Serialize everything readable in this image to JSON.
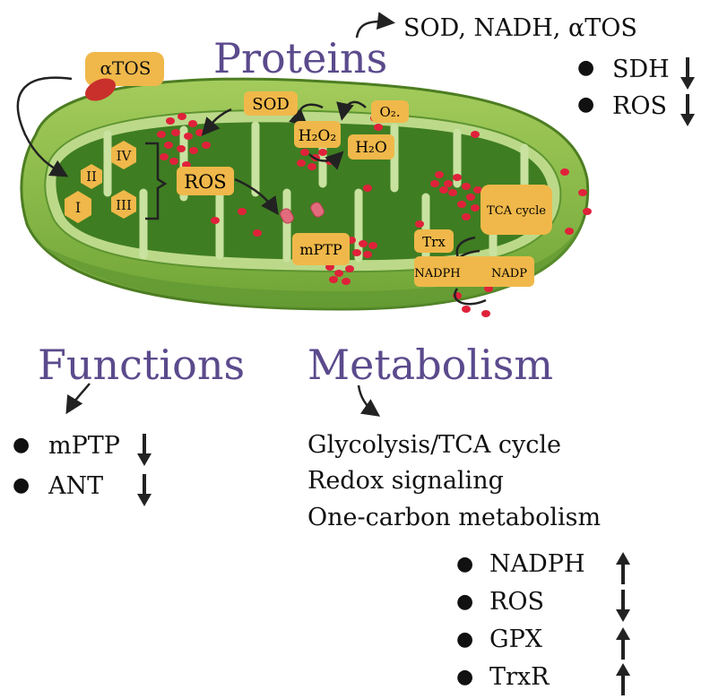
{
  "headings": {
    "proteins": "Proteins",
    "functions": "Functions",
    "metabolism": "Metabolism"
  },
  "proteins_panel": {
    "line1": "SOD, NADH, αTOS",
    "items": [
      {
        "label": "SDH",
        "direction": "down"
      },
      {
        "label": "ROS",
        "direction": "down"
      }
    ]
  },
  "functions_panel": {
    "items": [
      {
        "label": "mPTP",
        "direction": "down"
      },
      {
        "label": "ANT",
        "direction": "down"
      }
    ]
  },
  "metabolism_panel": {
    "lines": [
      "Glycolysis/TCA cycle",
      "Redox signaling",
      "One-carbon metabolism"
    ],
    "items": [
      {
        "label": "NADPH",
        "direction": "up"
      },
      {
        "label": "ROS",
        "direction": "down"
      },
      {
        "label": "GPX",
        "direction": "up"
      },
      {
        "label": "TrxR",
        "direction": "up"
      }
    ]
  },
  "diagram_labels": {
    "atos": "αTOS",
    "sod": "SOD",
    "h2o2": "H₂O₂",
    "o2": "O₂.",
    "h2o": "H₂O",
    "ros": "ROS",
    "complex_i": "I",
    "complex_ii": "II",
    "complex_iii": "III",
    "complex_iv": "IV",
    "mptp": "mPTP",
    "trx": "Trx",
    "nadph": "NADPH",
    "nadp": "NADP",
    "tca": "TCA cycle"
  },
  "colors": {
    "heading": "#5b4a8c",
    "label_box": "#f0b84a",
    "outer_membrane": "#8fbe4a",
    "matrix": "#3f7d22",
    "dots": "#e0213a"
  }
}
